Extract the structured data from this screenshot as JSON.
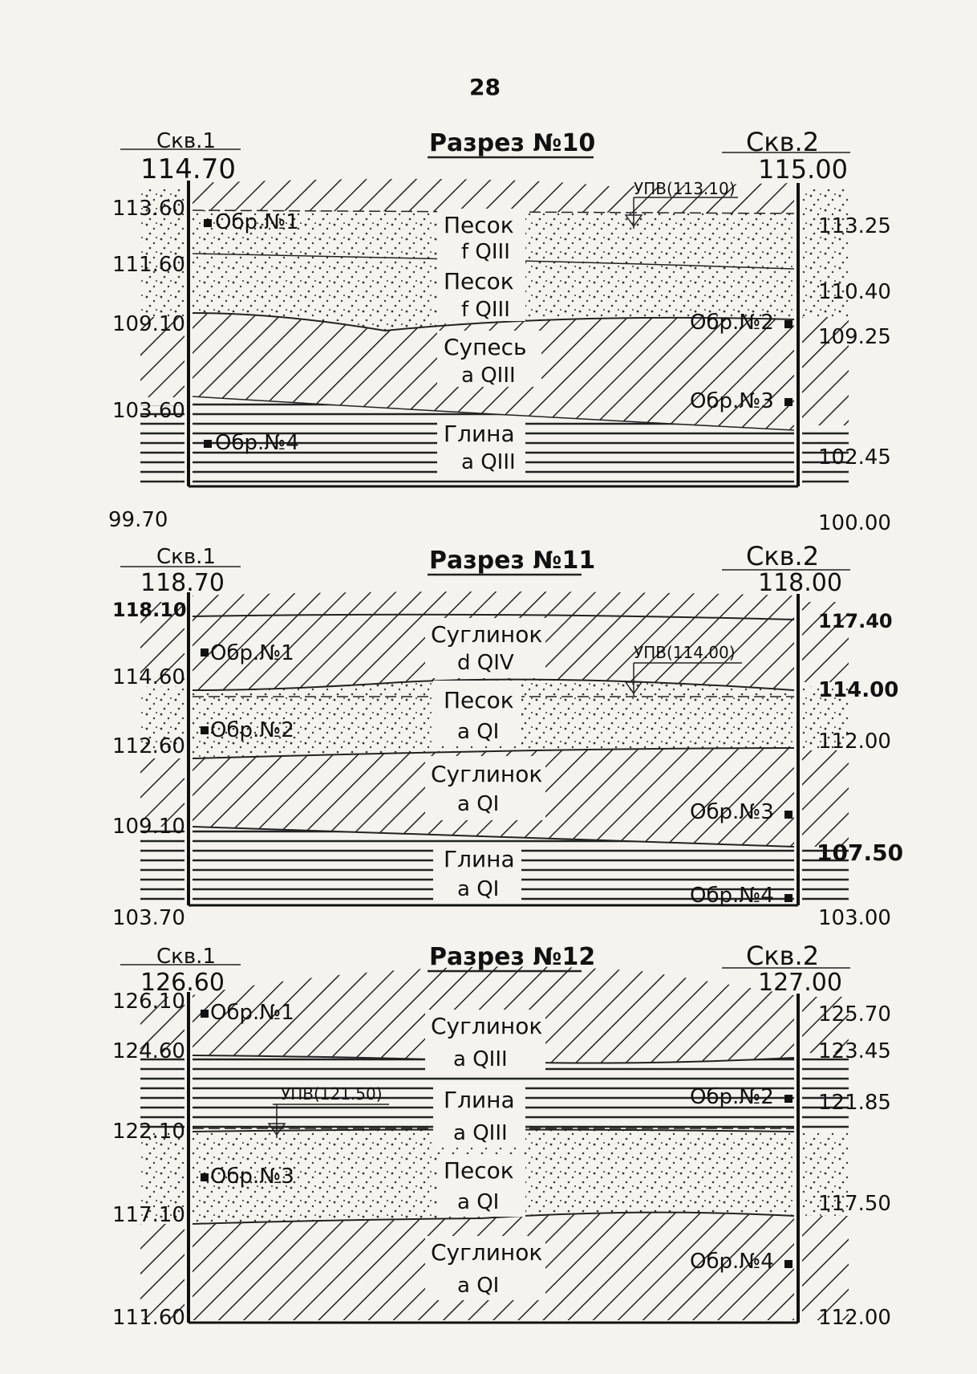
{
  "page_number": "28",
  "sections": [
    {
      "title": "Разрез №10",
      "left_well": {
        "name": "Скв.1",
        "top": "114.70"
      },
      "right_well": {
        "name": "Скв.2",
        "top": "115.00"
      },
      "gwl_label": "УПВ(113.10)",
      "left_marks": [
        "113.60",
        "111.60",
        "109.10",
        "103.60",
        "99.70"
      ],
      "right_marks": [
        "113.25",
        "110.40",
        "109.25",
        "102.45",
        "100.00"
      ],
      "layers": [
        {
          "name": "Песок",
          "index": "f QIII",
          "pattern": "sand"
        },
        {
          "name": "Песок",
          "index": "f QIII",
          "pattern": "sand"
        },
        {
          "name": "Супесь",
          "index": "a QIII",
          "pattern": "hatch"
        },
        {
          "name": "Глина",
          "index": "a QIII",
          "pattern": "lines"
        }
      ],
      "samples": [
        "Обр.№1",
        "Обр.№2",
        "Обр.№3",
        "Обр.№4"
      ]
    },
    {
      "title": "Разрез №11",
      "left_well": {
        "name": "Скв.1",
        "top": "118.70"
      },
      "right_well": {
        "name": "Скв.2",
        "top": "118.00"
      },
      "gwl_label": "УПВ(114.00)",
      "left_marks": [
        "118.10",
        "114.60",
        "112.60",
        "109.10",
        "103.70"
      ],
      "right_marks": [
        "117.40",
        "114.00",
        "112.00",
        "107.50",
        "103.00"
      ],
      "layers": [
        {
          "name": "Суглинок",
          "index": "d QIV",
          "pattern": "hatch"
        },
        {
          "name": "Песок",
          "index": "a QI",
          "pattern": "sand"
        },
        {
          "name": "Суглинок",
          "index": "a QI",
          "pattern": "hatch"
        },
        {
          "name": "Глина",
          "index": "a QI",
          "pattern": "lines"
        }
      ],
      "samples": [
        "Обр.№1",
        "Обр.№2",
        "Обр.№3",
        "Обр.№4"
      ]
    },
    {
      "title": "Разрез №12",
      "left_well": {
        "name": "Скв.1",
        "top": "126.60"
      },
      "right_well": {
        "name": "Скв.2",
        "top": "127.00"
      },
      "gwl_label": "УПВ(121.50)",
      "left_marks": [
        "126.10",
        "124.60",
        "122.10",
        "117.10",
        "111.60"
      ],
      "right_marks": [
        "125.70",
        "123.45",
        "121.85",
        "117.50",
        "112.00"
      ],
      "layers": [
        {
          "name": "Суглинок",
          "index": "a QIII",
          "pattern": "hatch"
        },
        {
          "name": "Глина",
          "index": "a QIII",
          "pattern": "lines"
        },
        {
          "name": "Песок",
          "index": "a QI",
          "pattern": "sand"
        },
        {
          "name": "Суглинок",
          "index": "a QI",
          "pattern": "hatch"
        }
      ],
      "samples": [
        "Обр.№1",
        "Обр.№2",
        "Обр.№3",
        "Обр.№4"
      ]
    }
  ]
}
